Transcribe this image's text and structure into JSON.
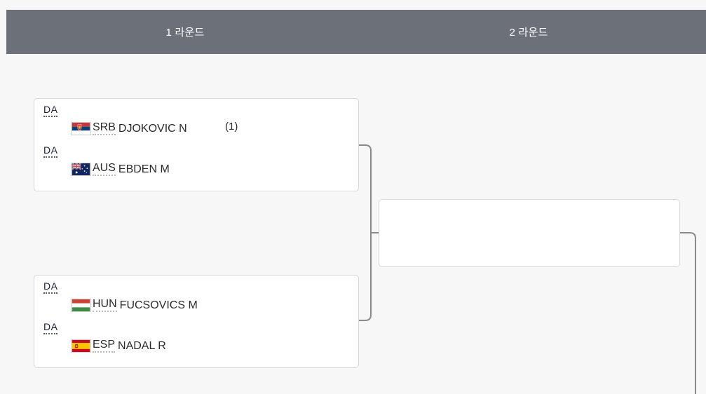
{
  "header": {
    "rounds": [
      {
        "label": "1 라운드"
      },
      {
        "label": "2 라운드"
      }
    ],
    "background_color": "#6c7179",
    "text_color": "#ffffff"
  },
  "page": {
    "background_color": "#f7f7f8",
    "card_background": "#ffffff",
    "card_border_color": "#d8d8d8",
    "connector_color": "#8a8a8a"
  },
  "bracket": {
    "rounds": [
      {
        "name": "1 라운드",
        "matches": [
          {
            "players": [
              {
                "marker": "DA",
                "flag": "flag-serbia",
                "country": "SRB",
                "name": "DJOKOVIC N",
                "seed": "(1)"
              },
              {
                "marker": "DA",
                "flag": "flag-australia",
                "country": "AUS",
                "name": "EBDEN M",
                "seed": ""
              }
            ]
          },
          {
            "players": [
              {
                "marker": "DA",
                "flag": "flag-hungary",
                "country": "HUN",
                "name": "FUCSOVICS M",
                "seed": ""
              },
              {
                "marker": "DA",
                "flag": "flag-spain",
                "country": "ESP",
                "name": "NADAL R",
                "seed": ""
              }
            ]
          }
        ]
      },
      {
        "name": "2 라운드",
        "matches": [
          {
            "players": []
          }
        ]
      }
    ]
  }
}
